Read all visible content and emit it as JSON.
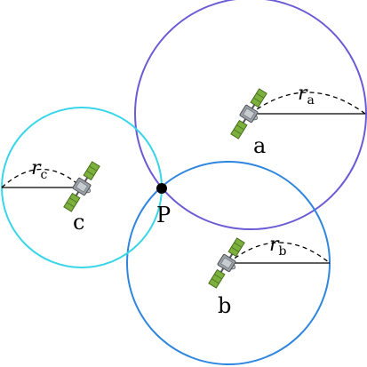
{
  "colors": {
    "circle_a": "#6a5bd6",
    "circle_b": "#2f86e0",
    "circle_c": "#38d6e8",
    "ink": "#000000",
    "panel_green": "#7bb03c",
    "panel_dark": "#4a6e1f",
    "body_gray": "#9aa0a6"
  },
  "nodes": [
    {
      "id": "a",
      "label": "a",
      "radius_symbol": "r",
      "radius_subscript": "a"
    },
    {
      "id": "b",
      "label": "b",
      "radius_symbol": "r",
      "radius_subscript": "b"
    },
    {
      "id": "c",
      "label": "c",
      "radius_symbol": "r",
      "radius_subscript": "c"
    }
  ],
  "intersection": {
    "label": "P"
  },
  "icons": [
    "satellite-icon"
  ]
}
